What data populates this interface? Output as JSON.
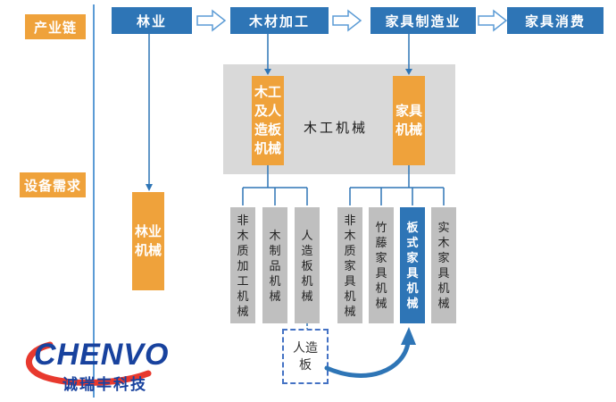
{
  "colors": {
    "chain_blue": "#2e75b6",
    "orange": "#efa23b",
    "panel_gray": "#d9d9d9",
    "sub_gray": "#bfbfbf",
    "highlight_blue": "#2e75b6",
    "line_blue": "#2e75b6",
    "divider_blue": "#5b9bd5",
    "dashed_border": "#4472c4",
    "logo_blue": "#18429e",
    "logo_red": "#e8392e"
  },
  "side_labels": {
    "industry_chain": "产业链",
    "equipment_demand": "设备需求"
  },
  "chain": {
    "items": [
      "林业",
      "木材加工",
      "家具制造业",
      "家具消费"
    ]
  },
  "machinery_panel": {
    "title": "木工机械",
    "woodworking_box": "木工及人造板机械",
    "furniture_box": "家具机械"
  },
  "forestry_machinery": "林业机械",
  "woodworking_subs": [
    "非木质加工机械",
    "木制品机械",
    "人造板机械"
  ],
  "furniture_subs": [
    "非木质家具机械",
    "竹藤家具机械",
    "板式家具机械",
    "实木家具机械"
  ],
  "dashed_box": "人造板",
  "logo": {
    "wordmark": "CHENVO",
    "company": "诚瑞丰科技"
  }
}
